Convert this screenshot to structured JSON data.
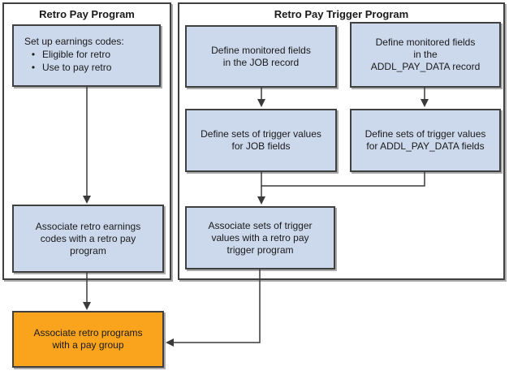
{
  "colors": {
    "box_fill": "#ccd8ec",
    "orange_fill": "#faa41e",
    "border": "#404040",
    "line": "#3a3a3a",
    "shadow": "#ababab"
  },
  "panels": {
    "left": {
      "title": "Retro Pay Program"
    },
    "right": {
      "title": "Retro Pay Trigger Program"
    }
  },
  "boxes": {
    "setup_earnings": {
      "heading": "Set up earnings codes:",
      "bullet_glyph": "•",
      "bullets": [
        "Eligible for retro",
        "Use to pay retro"
      ]
    },
    "define_job_fields": {
      "lines": [
        "Define monitored fields",
        "in the JOB record"
      ]
    },
    "define_addl_fields": {
      "lines": [
        "Define monitored fields",
        "in the",
        "ADDL_PAY_DATA record"
      ]
    },
    "job_trigger_values": {
      "lines": [
        "Define sets of trigger values",
        "for JOB fields"
      ]
    },
    "addl_trigger_values": {
      "lines": [
        "Define sets of trigger values",
        "for ADDL_PAY_DATA fields"
      ]
    },
    "associate_earnings": {
      "lines": [
        "Associate retro earnings",
        "codes with a retro pay",
        "program"
      ]
    },
    "associate_trigger": {
      "lines": [
        "Associate sets of trigger",
        "values with a retro pay",
        "trigger program"
      ]
    },
    "associate_pay_group": {
      "lines": [
        "Associate retro programs",
        "with a pay group"
      ]
    }
  }
}
